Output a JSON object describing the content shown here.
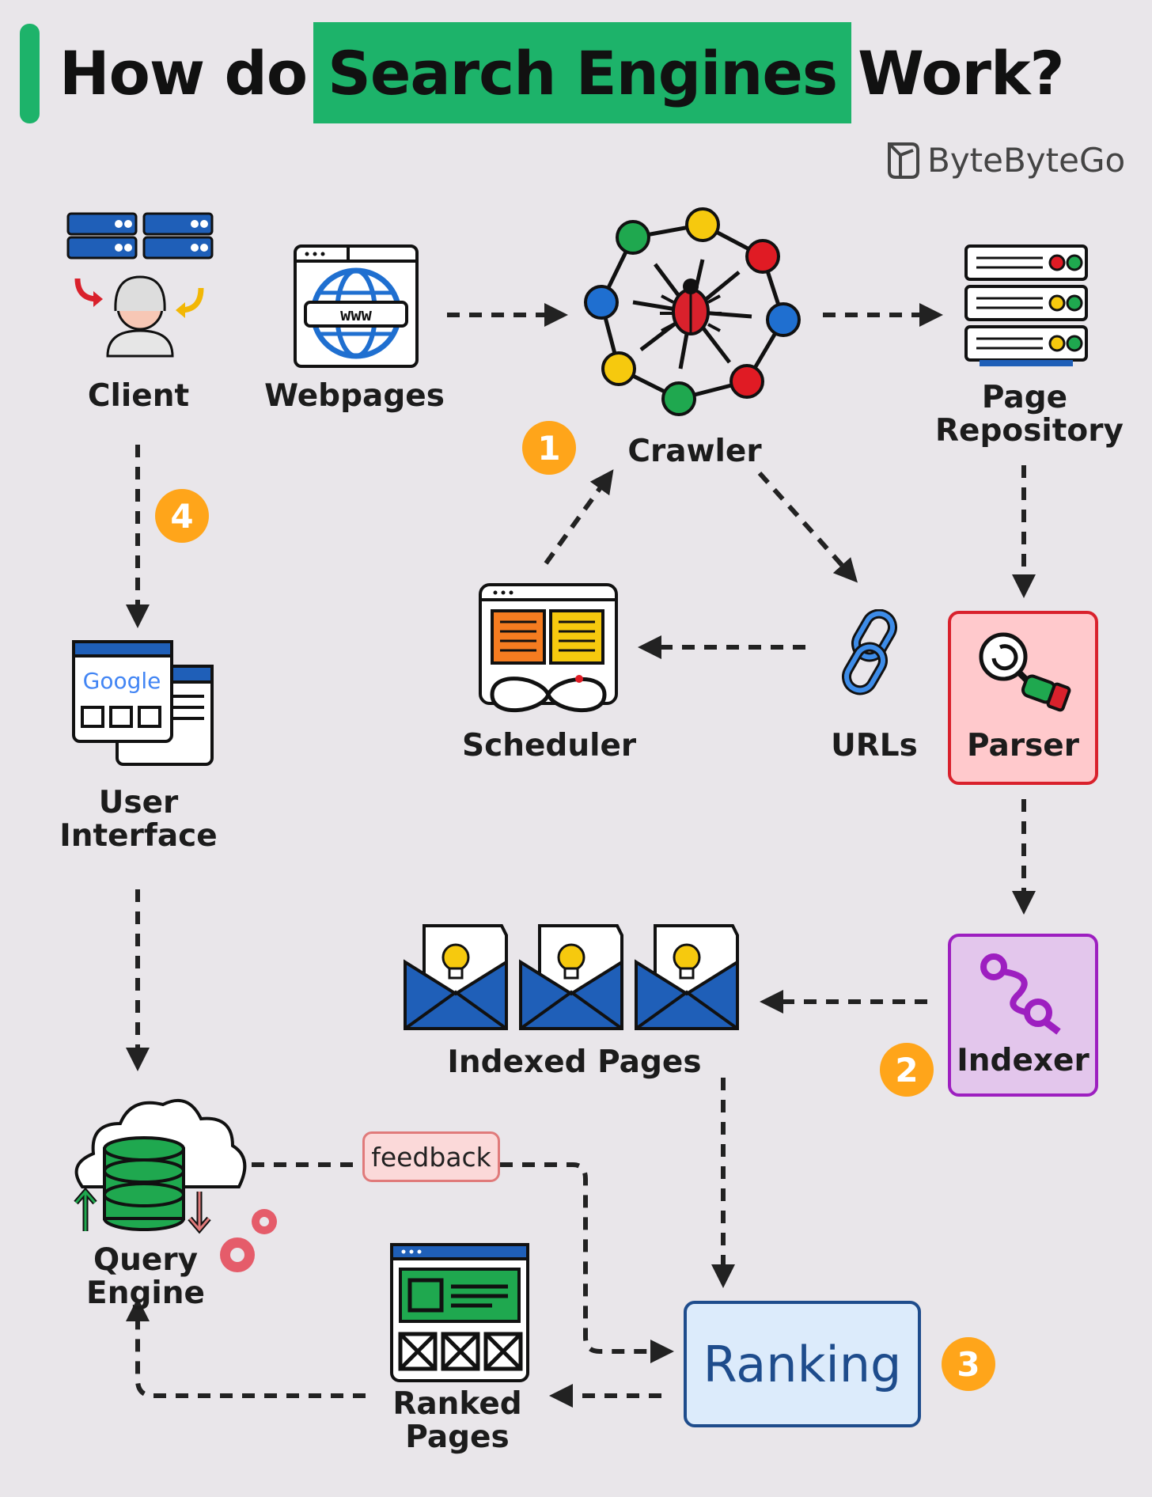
{
  "title": {
    "pre": "How do",
    "highlight": "Search Engines",
    "post": "Work?"
  },
  "brand": {
    "name": "ByteByteGo"
  },
  "nodes": {
    "client": "Client",
    "webpages": "Webpages",
    "crawler": "Crawler",
    "page_repository": "Page\nRepository",
    "scheduler": "Scheduler",
    "urls": "URLs",
    "parser": "Parser",
    "user_interface": "User\nInterface",
    "indexed_pages": "Indexed Pages",
    "indexer": "Indexer",
    "query_engine": "Query\nEngine",
    "ranked_pages": "Ranked\nPages",
    "ranking": "Ranking",
    "feedback": "feedback"
  },
  "badges": {
    "crawler_step": "1",
    "indexer_step": "2",
    "ranking_step": "3",
    "client_step": "4"
  },
  "icon_texts": {
    "www": "www",
    "google": "Google"
  },
  "colors": {
    "accent_green": "#1db36a",
    "badge_orange": "#ffa51a",
    "parser_fill": "#ffc9cc",
    "parser_border": "#d9212c",
    "indexer_fill": "#e3c6ec",
    "indexer_border": "#9d1fc0",
    "ranking_fill": "#dcebfb",
    "ranking_border": "#1e4c8c",
    "feedback_fill": "#fbd9d9",
    "feedback_border": "#e07a7a"
  }
}
